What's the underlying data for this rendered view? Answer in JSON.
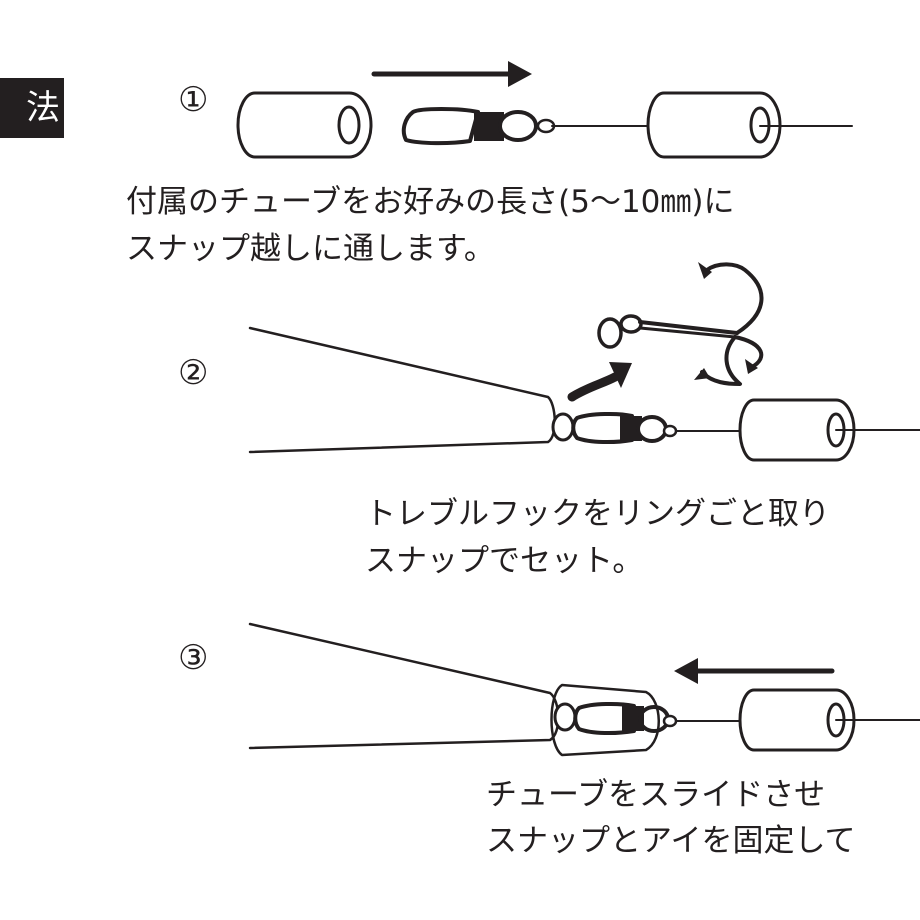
{
  "header": {
    "title": "法"
  },
  "steps": [
    {
      "number": "①",
      "caption_line1": "付属のチューブをお好みの長さ(5～10㎜)に",
      "caption_line2": "スナップ越しに通します。"
    },
    {
      "number": "②",
      "caption_line1": "トレブルフックをリングごと取り",
      "caption_line2": "スナップでセット。"
    },
    {
      "number": "③",
      "caption_line1": "チューブをスライドさせ",
      "caption_line2": "スナップとアイを固定して"
    }
  ],
  "colors": {
    "ink": "#231f20",
    "background": "#ffffff"
  }
}
